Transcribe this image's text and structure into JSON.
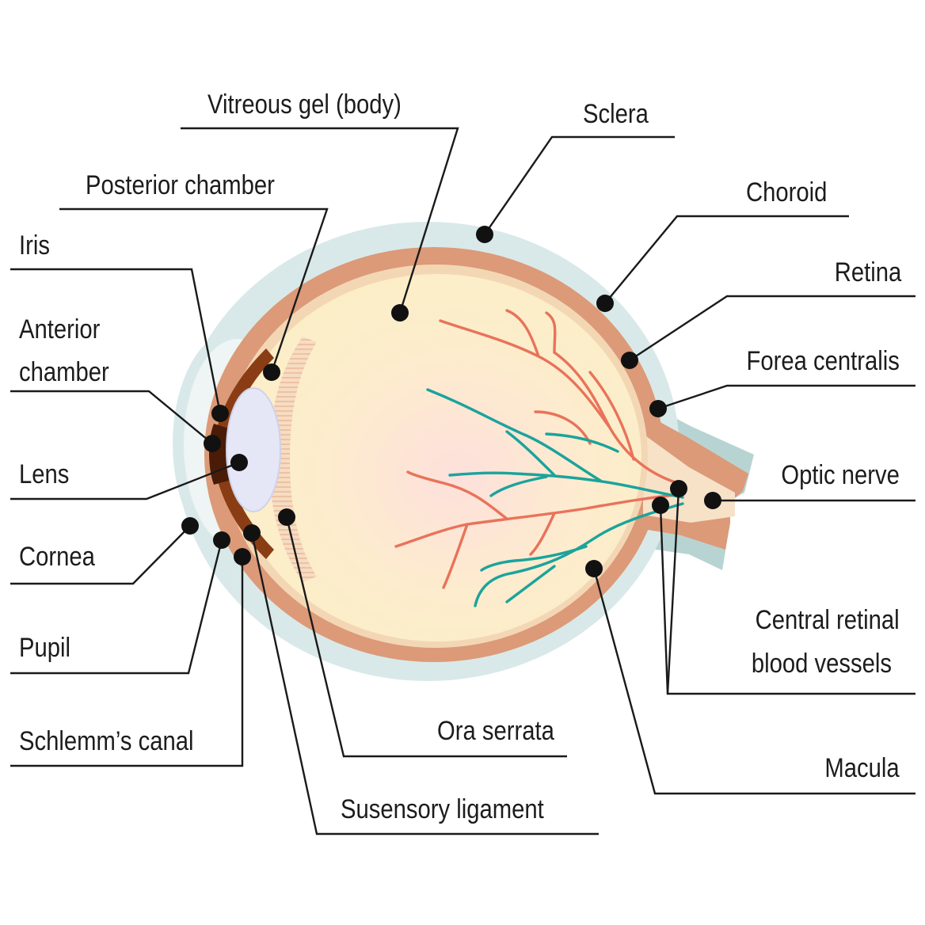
{
  "labels": {
    "vitreous": "Vitreous gel (body)",
    "sclera": "Sclera",
    "posterior_chamber": "Posterior chamber",
    "choroid": "Choroid",
    "iris": "Iris",
    "retina": "Retina",
    "anterior_chamber_1": "Anterior",
    "anterior_chamber_2": "chamber",
    "forea": "Forea centralis",
    "lens": "Lens",
    "optic_nerve": "Optic nerve",
    "cornea": "Cornea",
    "central_vessels_1": "Central retinal",
    "central_vessels_2": "blood vessels",
    "pupil": "Pupil",
    "schlemm": "Schlemm’s canal",
    "ora": "Ora serrata",
    "macula": "Macula",
    "ligament": "Susensory ligament"
  },
  "colors": {
    "sclera": "#d8e8e8",
    "choroid": "#dc9a78",
    "retina": "#fbe3bf",
    "vitreous": "#fbefc8",
    "lens": "#e6e7f6",
    "iris": "#7e3812",
    "artery": "#e8735a",
    "vein": "#1ba39c",
    "leader": "#1a1a1a"
  }
}
